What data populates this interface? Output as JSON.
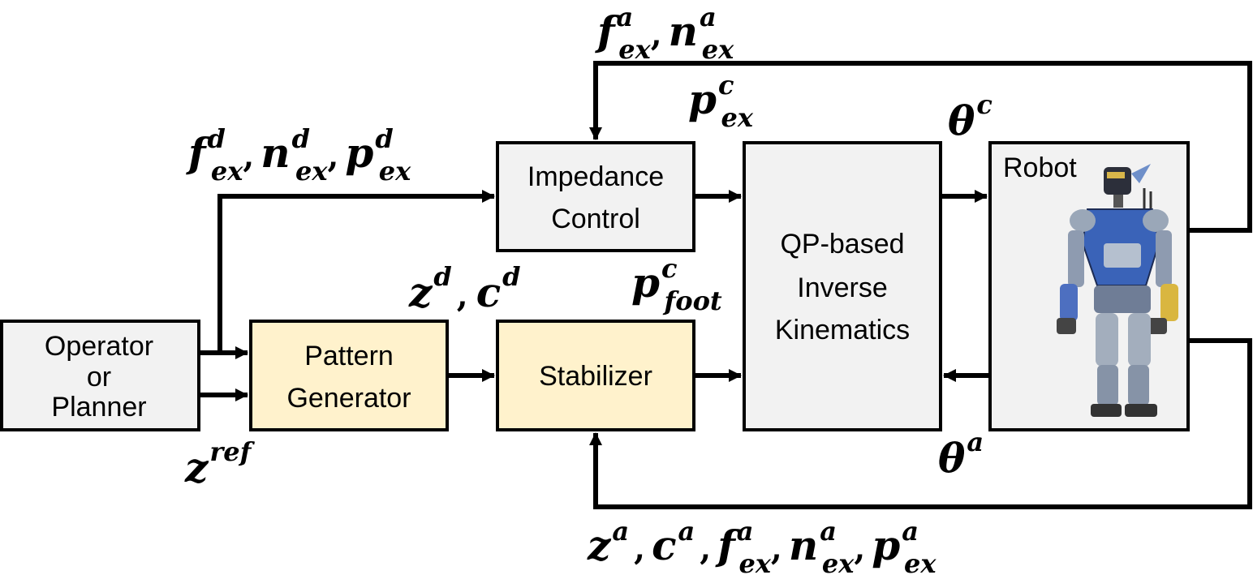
{
  "colors": {
    "gray_box": "#f2f2f2",
    "yellow_box": "#fff2cc",
    "stroke": "#000000"
  },
  "blocks": {
    "operator": {
      "line1": "Operator",
      "line2": "or",
      "line3": "Planner"
    },
    "pattern": {
      "line1": "Pattern",
      "line2": "Generator"
    },
    "stabilizer": {
      "line1": "Stabilizer"
    },
    "impedance": {
      "line1": "Impedance",
      "line2": "Control"
    },
    "qp": {
      "line1": "QP-based",
      "line2": "Inverse",
      "line3": "Kinematics"
    },
    "robot": {
      "label": "Robot",
      "icon": "humanoid-robot-icon"
    }
  },
  "signals": {
    "top_feedback": {
      "t1": "f",
      "t1_sup": "a",
      "t1_sub": "ex",
      "sep": ",",
      "t2": "n",
      "t2_sup": "a",
      "t2_sub": "ex"
    },
    "desired_ext": {
      "t1": "f",
      "t1_sup": "d",
      "t1_sub": "ex",
      "sep": ",",
      "t2": "n",
      "t2_sup": "d",
      "t2_sub": "ex",
      "t3": "p",
      "t3_sup": "d",
      "t3_sub": "ex"
    },
    "pc_ex": {
      "t1": "p",
      "t1_sup": "c",
      "t1_sub": "ex"
    },
    "theta_c": {
      "t1": "θ",
      "t1_sup": "c"
    },
    "zd_cd": {
      "t1": "z",
      "t1_sup": "d",
      "sep": ",",
      "t2": "c",
      "t2_sup": "d"
    },
    "pc_foot": {
      "t1": "p",
      "t1_sup": "c",
      "t1_sub": "foot"
    },
    "z_ref": {
      "t1": "z",
      "t1_sup": "ref"
    },
    "theta_a": {
      "t1": "θ",
      "t1_sup": "a"
    },
    "bottom_feedback": {
      "t1": "z",
      "t1_sup": "a",
      "sep": ",",
      "t2": "c",
      "t2_sup": "a",
      "t3": "f",
      "t3_sup": "a",
      "t3_sub": "ex",
      "t4": "n",
      "t4_sup": "a",
      "t4_sub": "ex",
      "t5": "p",
      "t5_sup": "a",
      "t5_sub": "ex"
    }
  }
}
